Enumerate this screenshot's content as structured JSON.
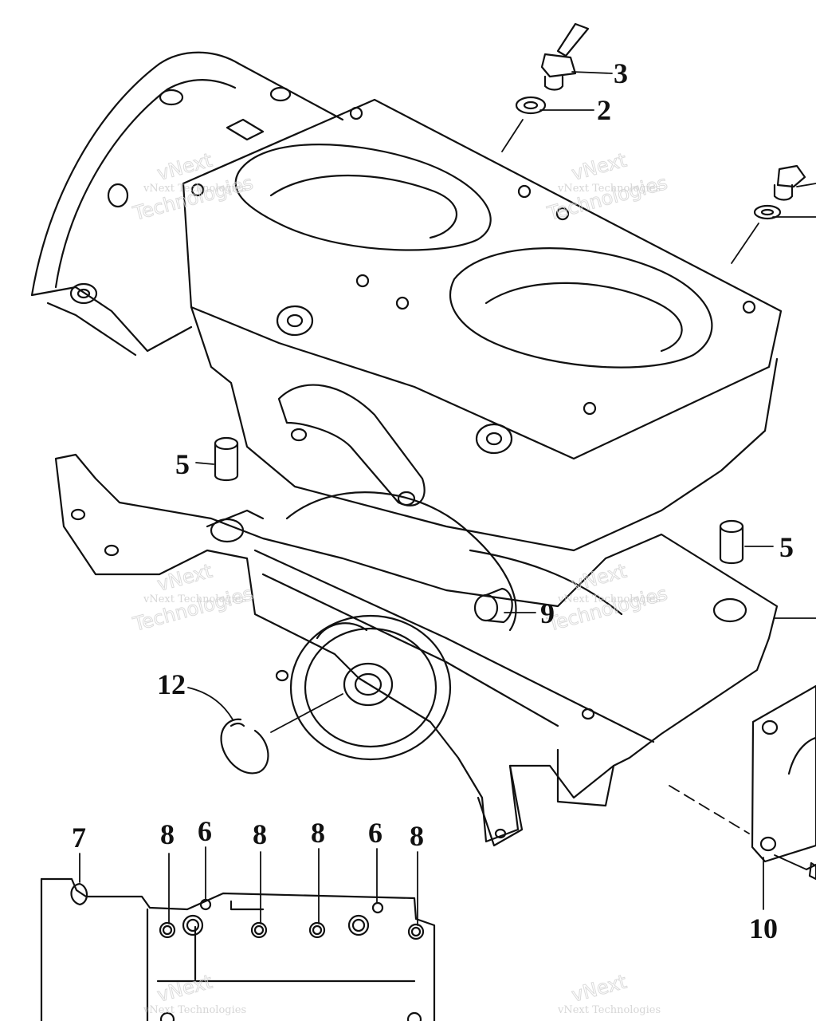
{
  "callouts": {
    "c3": "3",
    "c2": "2",
    "c5a": "5",
    "c5b": "5",
    "c9": "9",
    "c12": "12",
    "c7": "7",
    "c8a": "8",
    "c6a": "6",
    "c8b": "8",
    "c8c": "8",
    "c6b": "6",
    "c8d": "8",
    "c10": "10"
  },
  "watermark": {
    "small": "vNext Technologies",
    "line1": "vNext",
    "line2": "Technologies"
  }
}
